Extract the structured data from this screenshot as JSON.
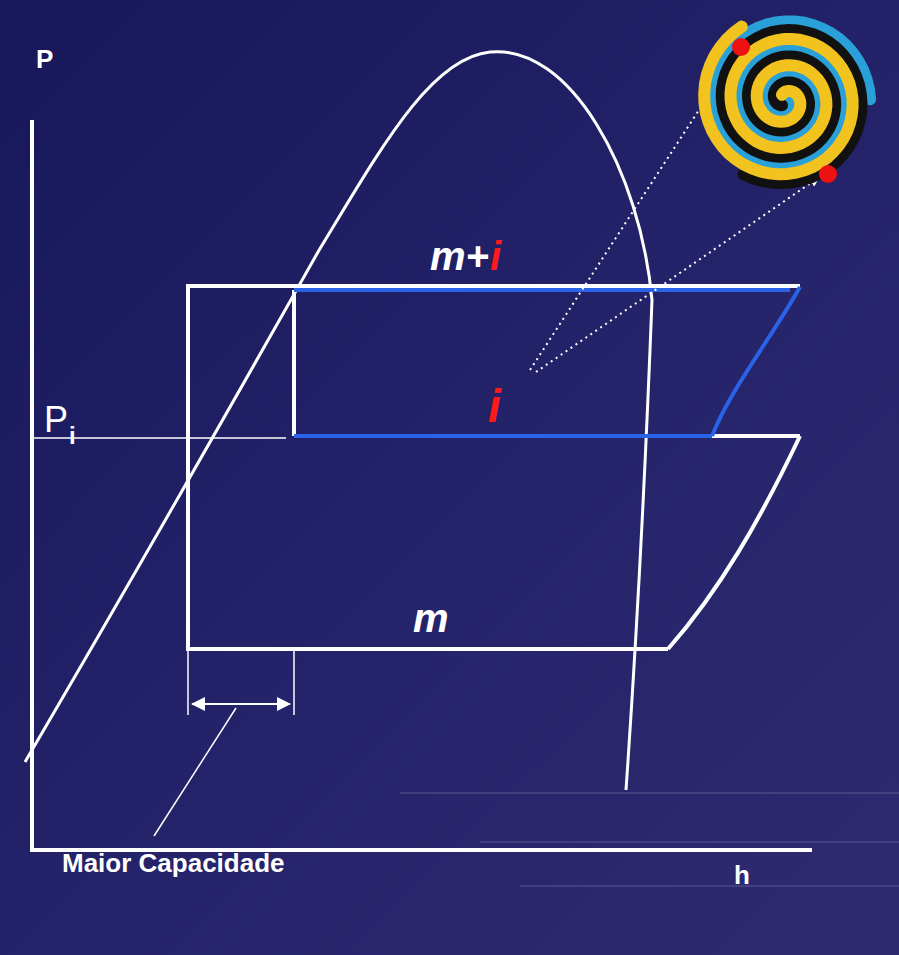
{
  "diagram": {
    "labels": [
      "P",
      "m+",
      "i",
      "P",
      "i",
      "i",
      "m",
      "Maior Capacidade",
      "h"
    ]
  }
}
